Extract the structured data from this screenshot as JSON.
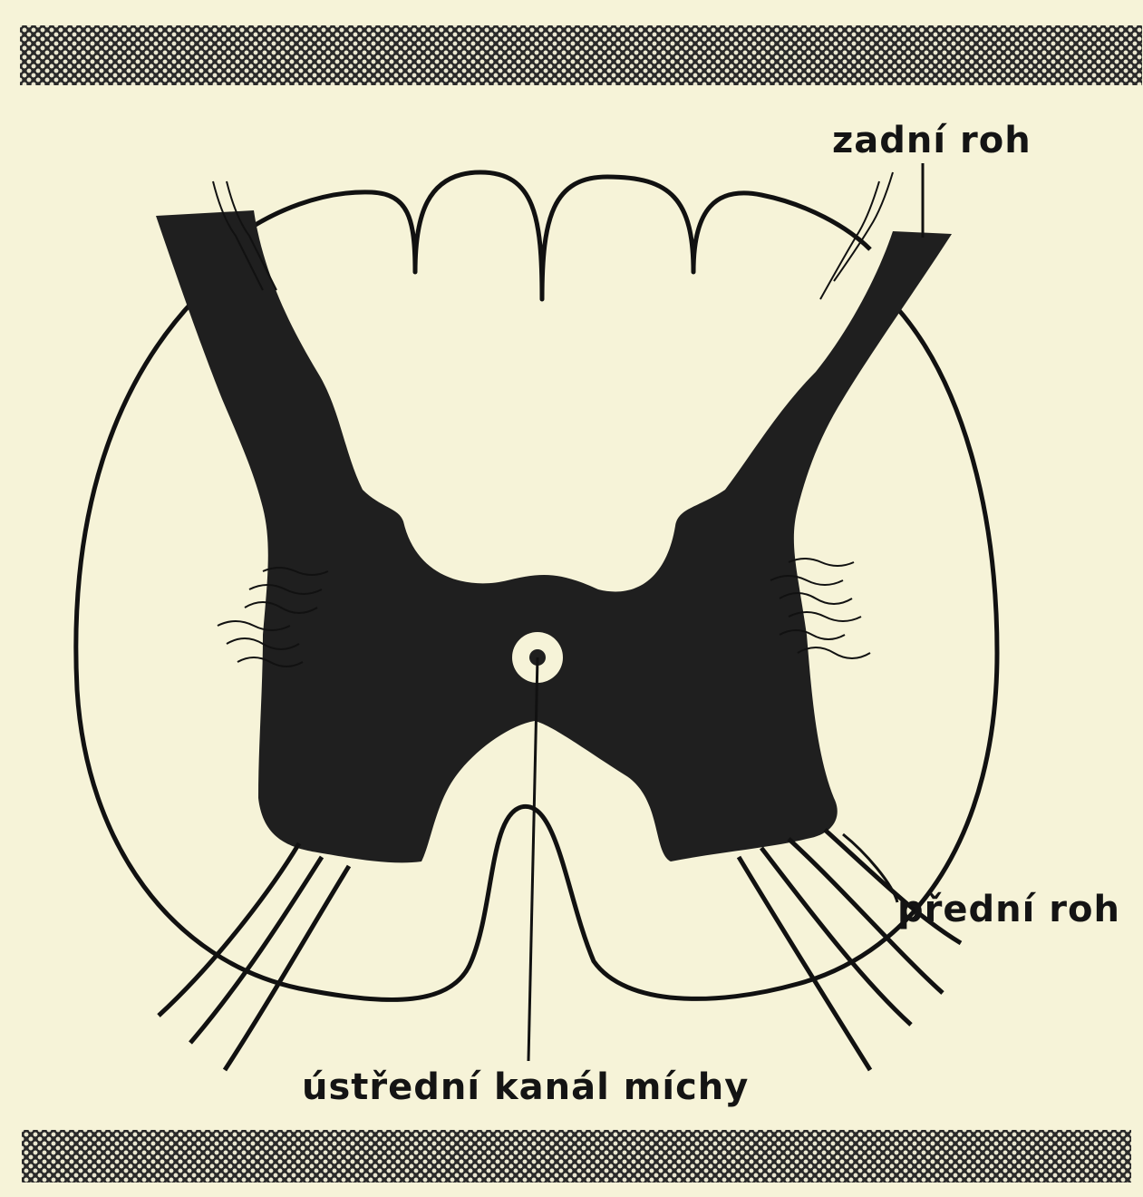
{
  "labels": {
    "dorsal_horn": "zadní roh",
    "ventral_horn": "přední roh",
    "central_canal": "ústřední kanál míchy"
  },
  "colors": {
    "background": "#f6f3d8",
    "gray_matter": "#1f1f1f",
    "outline": "#111111",
    "band_dark": "#2a2a2a",
    "band_light": "#e9e6cf"
  }
}
